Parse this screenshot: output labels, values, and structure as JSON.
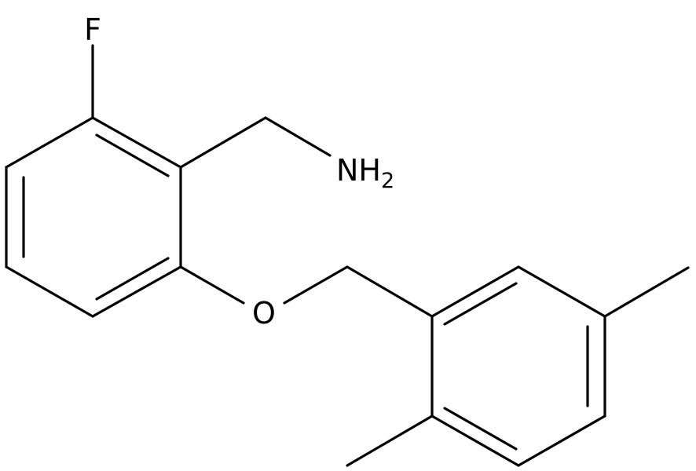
{
  "molecule": {
    "atoms": {
      "fluorine": "F",
      "amine_n": "NH",
      "amine_sub": "2",
      "oxygen": "O"
    },
    "colors": {
      "bond": "#000000",
      "label": "#000000",
      "background": "#ffffff"
    }
  }
}
